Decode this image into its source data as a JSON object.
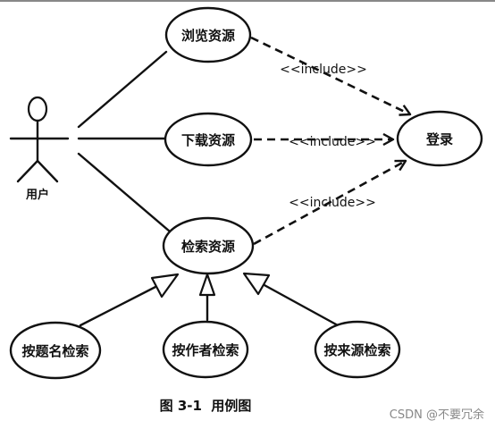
{
  "actor": {
    "label": "用户"
  },
  "use_cases": {
    "browse": "浏览资源",
    "download": "下载资源",
    "search": "检索资源",
    "login": "登录",
    "by_title": "按题名检索",
    "by_author": "按作者检索",
    "by_source": "按来源检索"
  },
  "relations": {
    "include_browse": "<<include>>",
    "include_download": "<<include>>",
    "include_search": "<<include>>"
  },
  "caption": "图 3-1  用例图",
  "watermark": "CSDN @不要冗余"
}
